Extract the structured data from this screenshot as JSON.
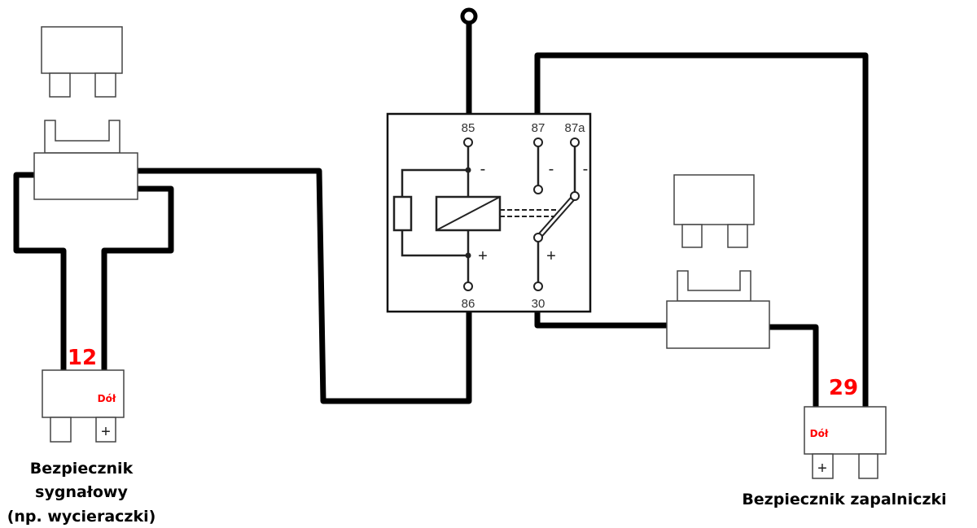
{
  "relay": {
    "terminals": {
      "t85": "85",
      "t87": "87",
      "t87a": "87a",
      "t86": "86",
      "t30": "30"
    },
    "signs": {
      "minus": "-",
      "plus": "+"
    }
  },
  "left_fuse": {
    "number": "12",
    "side_label": "Dół",
    "plus": "+",
    "caption": [
      "Bezpiecznik",
      "sygnałowy",
      "(np. wycieraczki)"
    ]
  },
  "right_fuse": {
    "number": "29",
    "side_label": "Dół",
    "plus": "+",
    "caption": "Bezpiecznik zapalniczki"
  },
  "colors": {
    "wire": "#000000",
    "highlight": "#ff0000"
  }
}
